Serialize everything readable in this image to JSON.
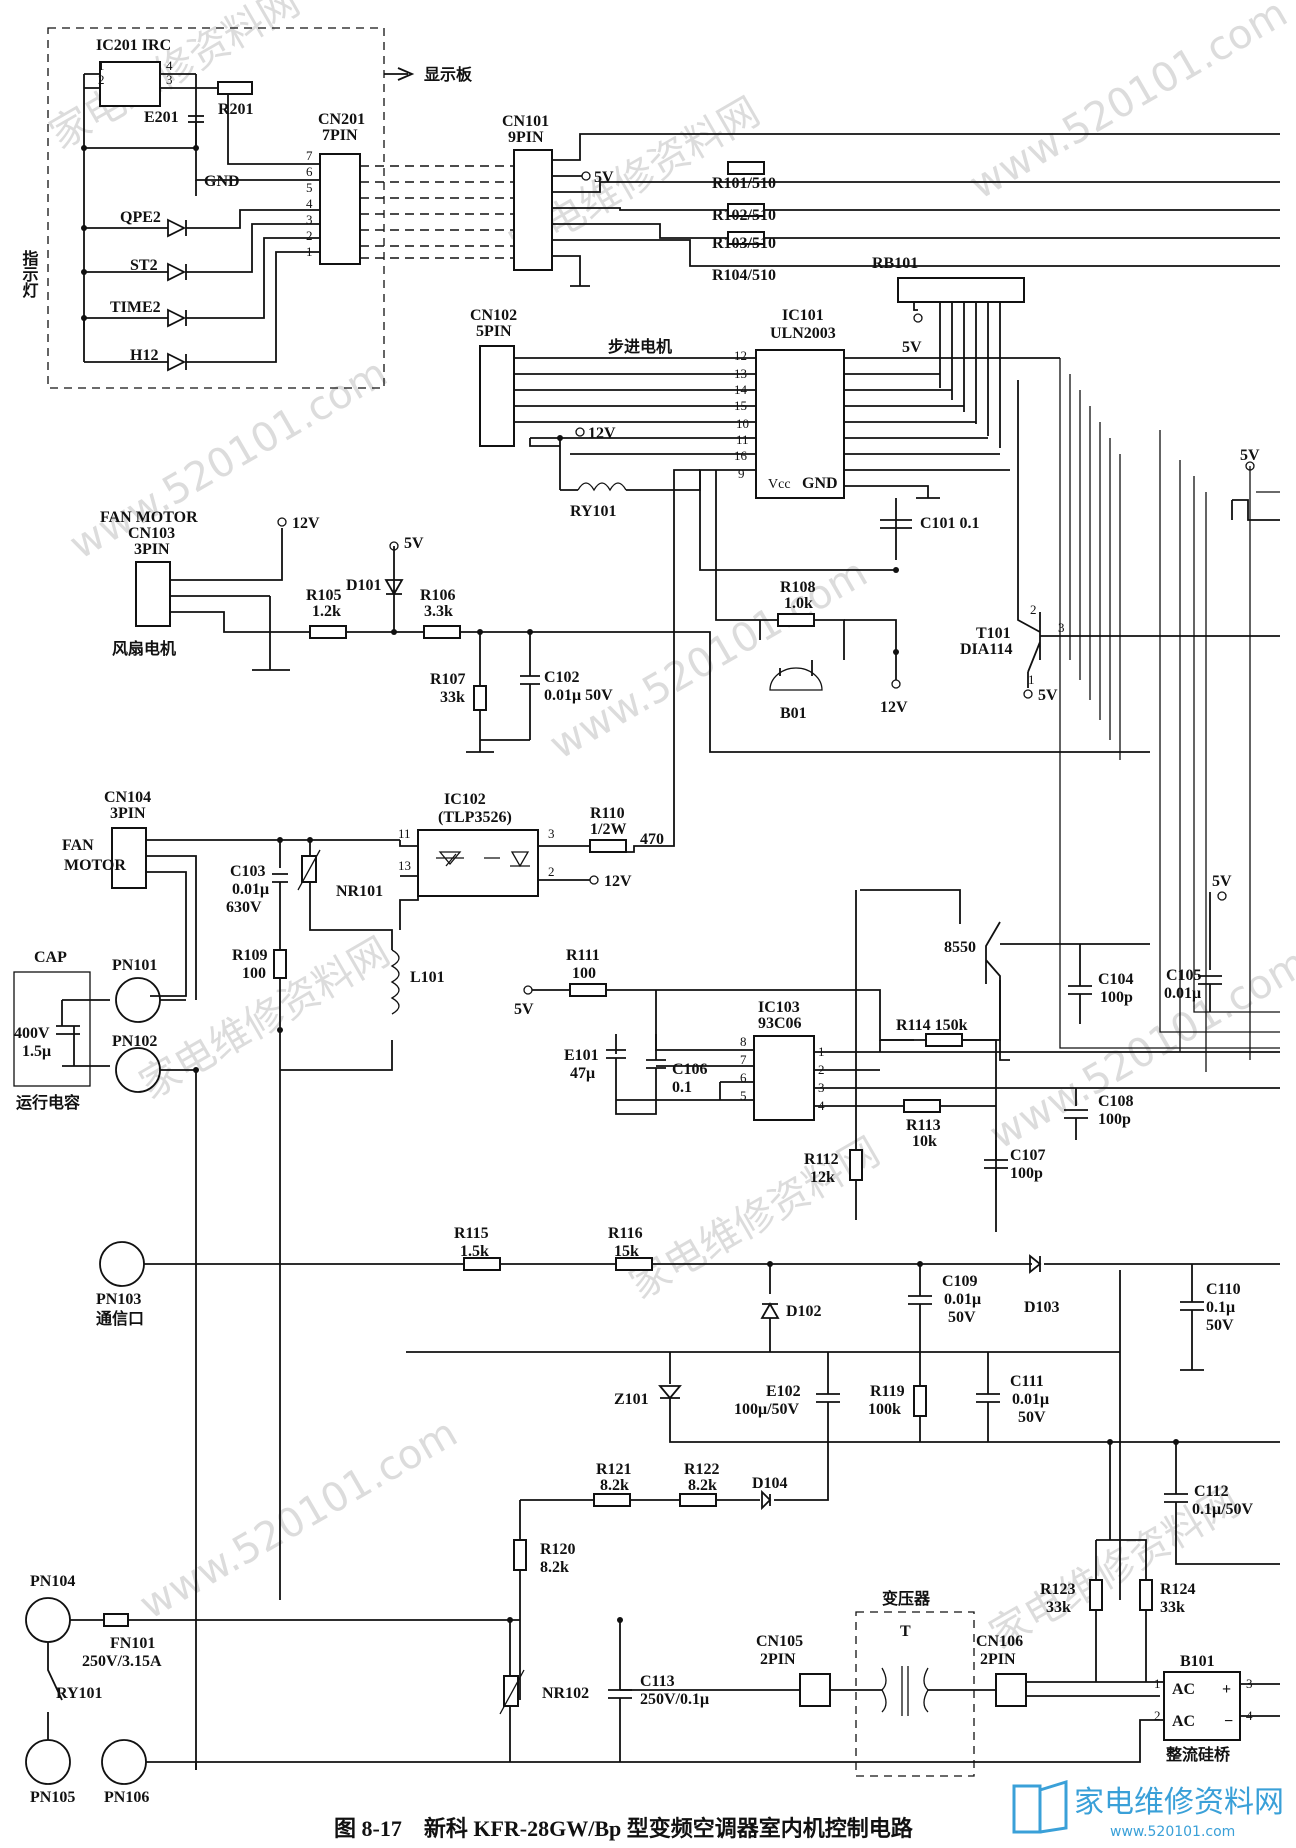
{
  "caption": "图 8-17　新科 KFR-28GW/Bp 型变频空调器室内机控制电路",
  "logo_text": "家电维修资料网",
  "logo_url": "www.520101.com",
  "watermark": "家电维修资料网",
  "watermark_url": "www.520101.com",
  "colors": {
    "line": "#111111",
    "watermark": "#dcdcdc",
    "logo": "#3aa0d8"
  },
  "labels": {
    "ic201": "IC201 IRC",
    "r201": "R201",
    "e201": "E201",
    "gnd": "GND",
    "qpe2": "QPE2",
    "st2": "ST2",
    "time2": "TIME2",
    "h12": "H12",
    "indicator": "指示灯",
    "cn201": "CN201",
    "cn201_pin": "7PIN",
    "display_board": "显示板",
    "cn101": "CN101",
    "cn101_pin": "9PIN",
    "v5": "5V",
    "v12": "12V",
    "r101": "R101/510",
    "r102": "R102/510",
    "r103": "R103/510",
    "r104": "R104/510",
    "rb101": "RB101",
    "cn102": "CN102",
    "cn102_pin": "5PIN",
    "stepper": "步进电机",
    "ic101": "IC101",
    "ic101_part": "ULN2003",
    "vcc": "Vcc",
    "ry101": "RY101",
    "c101": "C101 0.1",
    "fan_motor_title": "FAN MOTOR",
    "cn103": "CN103",
    "cn103_pin": "3PIN",
    "fan_motor_cn": "风扇电机",
    "d101": "D101",
    "r105": "R105",
    "r105_val": "1.2k",
    "r106": "R106",
    "r106_val": "3.3k",
    "r107": "R107",
    "r107_val": "33k",
    "c102": "C102",
    "c102_val": "0.01μ 50V",
    "r108": "R108",
    "r108_val": "1.0k",
    "b01": "B01",
    "t101": "T101",
    "t101_part": "DIA114",
    "cn104": "CN104",
    "cn104_pin": "3PIN",
    "fan": "FAN",
    "motor": "MOTOR",
    "ic102": "IC102",
    "ic102_part": "(TLP3526)",
    "r110": "R110",
    "r110_val": "1/2W",
    "r110_470": "470",
    "c103": "C103",
    "c103_val1": "0.01μ",
    "c103_val2": "630V",
    "nr101": "NR101",
    "r109": "R109",
    "r109_val": "100",
    "l101": "L101",
    "cap": "CAP",
    "cap_v": "400V",
    "cap_u": "1.5μ",
    "run_cap": "运行电容",
    "pn101": "PN101",
    "pn102": "PN102",
    "q8550": "8550",
    "c104": "C104",
    "c104_val": "100p",
    "c105": "C105",
    "c105_val": "0.01μ",
    "r111": "R111",
    "r111_val": "100",
    "ic103": "IC103",
    "ic103_part": "93C06",
    "e101": "E101",
    "e101_val": "47μ",
    "c106": "C106",
    "c106_val": "0.1",
    "r114": "R114 150k",
    "r113": "R113",
    "r113_val": "10k",
    "c108": "C108",
    "c108_val": "100p",
    "r112": "R112",
    "r112_val": "12k",
    "c107": "C107",
    "c107_val": "100p",
    "pn103": "PN103",
    "comm_port": "通信口",
    "r115": "R115",
    "r115_val": "1.5k",
    "r116": "R116",
    "r116_val": "15k",
    "d102": "D102",
    "c109": "C109",
    "c109_val1": "0.01μ",
    "c109_val2": "50V",
    "d103": "D103",
    "c110": "C110",
    "c110_val1": "0.1μ",
    "c110_val2": "50V",
    "z101": "Z101",
    "e102": "E102",
    "e102_val": "100μ/50V",
    "r119": "R119",
    "r119_val": "100k",
    "c111": "C111",
    "c111_val1": "0.01μ",
    "c111_val2": "50V",
    "r121": "R121",
    "r121_val": "8.2k",
    "r122": "R122",
    "r122_val": "8.2k",
    "d104": "D104",
    "c112": "C112",
    "c112_val": "0.1μ/50V",
    "r120": "R120",
    "r120_val": "8.2k",
    "pn104": "PN104",
    "fn101": "FN101",
    "fn101_val": "250V/3.15A",
    "ry101b": "RY101",
    "pn105": "PN105",
    "pn106": "PN106",
    "nr102": "NR102",
    "c113": "C113",
    "c113_val": "250V/0.1μ",
    "transformer": "变压器",
    "t": "T",
    "cn105": "CN105",
    "cn105_pin": "2PIN",
    "cn106": "CN106",
    "cn106_pin": "2PIN",
    "r123": "R123",
    "r123_val": "33k",
    "r124": "R124",
    "r124_val": "33k",
    "b101": "B101",
    "ac": "AC",
    "bridge": "整流硅桥"
  }
}
